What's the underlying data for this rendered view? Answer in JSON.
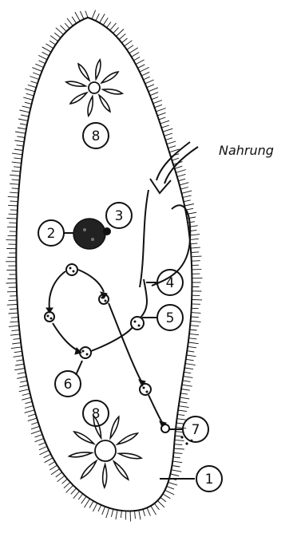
{
  "diagram": {
    "annotation": "Nahrung",
    "markers": [
      "1",
      "2",
      "3",
      "4",
      "5",
      "6",
      "7",
      "8",
      "8"
    ]
  },
  "colors": {
    "ink": "#111111",
    "paper": "#ffffff",
    "nucleus": "#222222"
  }
}
